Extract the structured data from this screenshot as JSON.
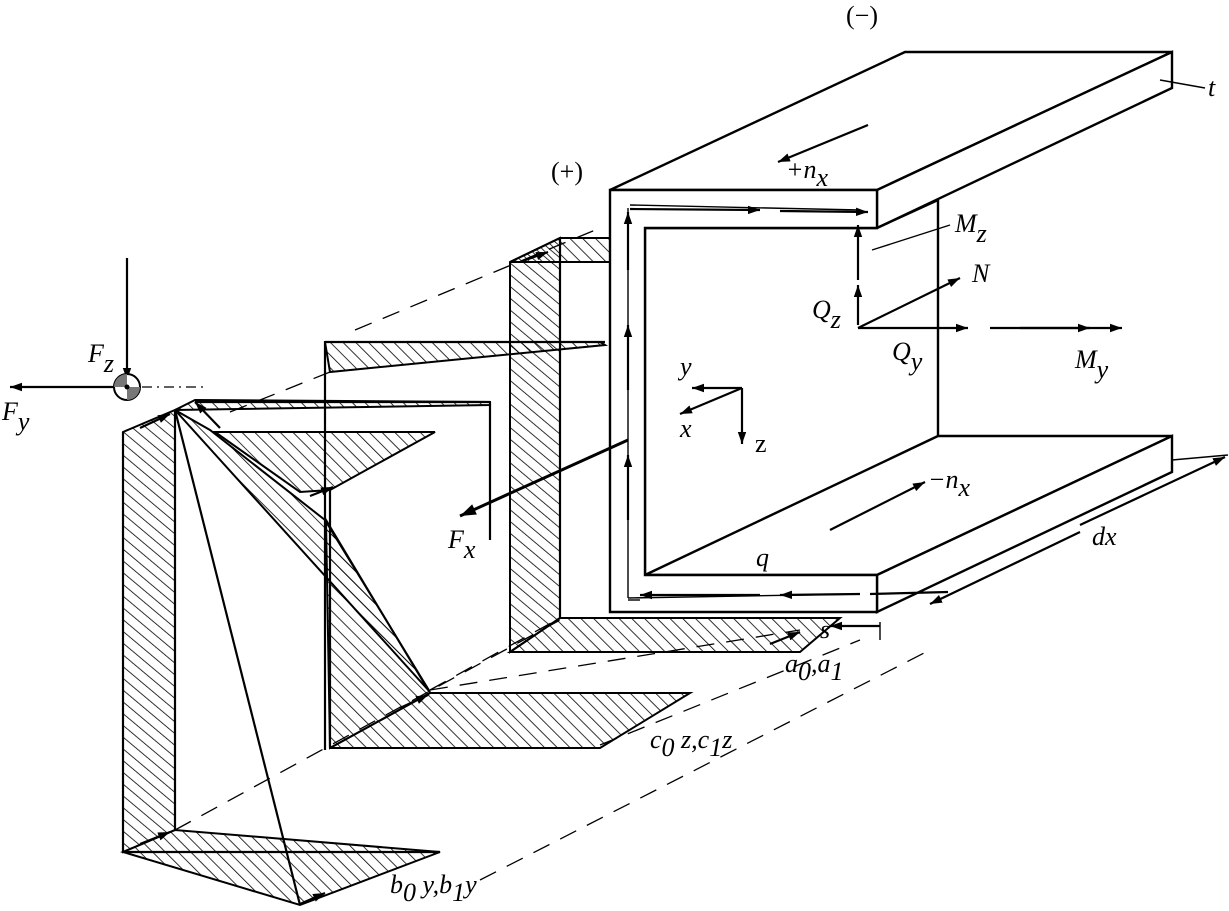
{
  "labels": {
    "sign_neg": "(−)",
    "sign_pos": "(+)",
    "t": "t",
    "nx_pos_pre": "+",
    "nx_pos_n": "n",
    "nx_pos_sub": "x",
    "Mz_M": "M",
    "Mz_sub": "z",
    "N": "N",
    "Qz_Q": "Q",
    "Qz_sub": "z",
    "Qy_Q": "Q",
    "Qy_sub": "y",
    "My_M": "M",
    "My_sub": "y",
    "Fz_F": "F",
    "Fz_sub": "z",
    "Fy_F": "F",
    "Fy_sub": "y",
    "Fx_F": "F",
    "Fx_sub": "x",
    "axis_y": "y",
    "axis_x": "x",
    "axis_z": "z",
    "nx_neg_pre": "−",
    "nx_neg_n": "n",
    "nx_neg_sub": "x",
    "dx_d": "d",
    "dx_x": "x",
    "q": "q",
    "s": "s",
    "a_a0": "a",
    "a_0": "0",
    "a_comma": ",",
    "a_a1": "a",
    "a_1": "1",
    "c_c0": "c",
    "c_0": "0",
    "c_z1": " z,",
    "c_c1": "c",
    "c_1": "1",
    "c_z2": "z",
    "b_b0": "b",
    "b_0": "0",
    "b_y1": " y,",
    "b_b1": "b",
    "b_1": "1",
    "b_y2": "y"
  }
}
